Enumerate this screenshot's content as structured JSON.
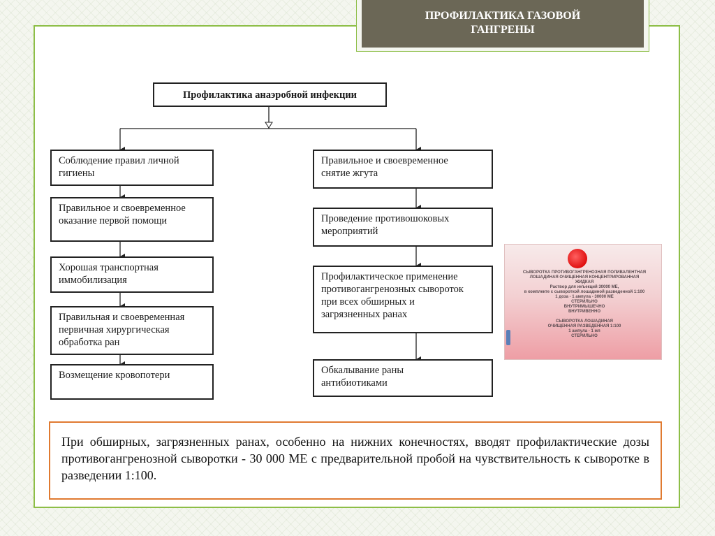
{
  "title": "ПРОФИЛАКТИКА ГАЗОВОЙ\nГАНГРЕНЫ",
  "diagram": {
    "root": "Профилактика анаэробной инфекции",
    "left": [
      "Соблюдение правил личной\nгигиены",
      "Правильное и своевременное\nоказание первой помощи",
      "Хорошая транспортная\nиммобилизация",
      "Правильная и своевременная\nпервичная хирургическая\nобработка ран",
      "Возмещение кровопотери"
    ],
    "right": [
      "Правильное и своевременное\nснятие жгута",
      "Проведение противошоковых\nмероприятий",
      "Профилактическое применение\nпротивогангренозных сывороток\nпри всех обширных и\nзагрязненных ранах",
      "Обкалывание раны\nантибиотиками"
    ]
  },
  "photo": {
    "text": "СЫВОРОТКА ПРОТИВОГАНГРЕНОЗНАЯ ПОЛИВАЛЕНТНАЯ\nЛОШАДИНАЯ ОЧИЩЕННАЯ КОНЦЕНТРИРОВАННАЯ\nЖИДКАЯ\nРаствор для инъекций 30000 МЕ,\nв комплекте с сывороткой лошадиной разведенной 1:100\n1 доза - 1 ампула - 30000 МЕ\nСТЕРИЛЬНО\nВНУТРИМЫШЕЧНО\nВНУТРИВЕННО\n\nСЫВОРОТКА ЛОШАДИНАЯ\nОЧИЩЕННАЯ РАЗВЕДЕННАЯ 1:100\n1 ампула - 1 мл\nСТЕРИЛЬНО"
  },
  "note": "При обширных, загрязненных ранах, особенно на нижних конечностях, вводят профилактические дозы противогангренозной сыворотки - 30 000 МЕ с предварительной пробой на чувствительность к сыворотке в разведении 1:100."
}
